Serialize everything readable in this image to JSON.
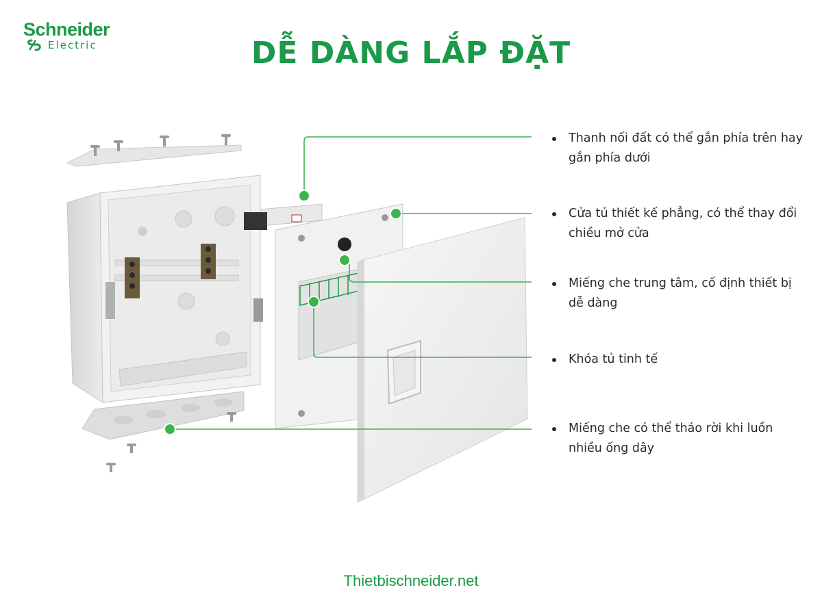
{
  "brand": {
    "logo_top": "Schneider",
    "logo_bottom": "Electric"
  },
  "title": "DỄ DÀNG LẮP ĐẶT",
  "features": [
    {
      "text": "Thanh nối đất có thể gắn phía trên hay gắn phía dưới"
    },
    {
      "text": "Cửa tủ thiết kế phẳng, có thể thay đổi chiều mở cửa"
    },
    {
      "text": "Miếng che trung tâm, cố định thiết bị dễ dàng"
    },
    {
      "text": "Khóa tủ tinh tế"
    },
    {
      "text": "Miếng che có thể tháo rời khi luồn nhiều ống dây"
    }
  ],
  "footer": "Thietbischneider.net",
  "colors": {
    "brand_green": "#1a9a48",
    "callout_green": "#3cb44b",
    "text": "#2a2a2a"
  }
}
